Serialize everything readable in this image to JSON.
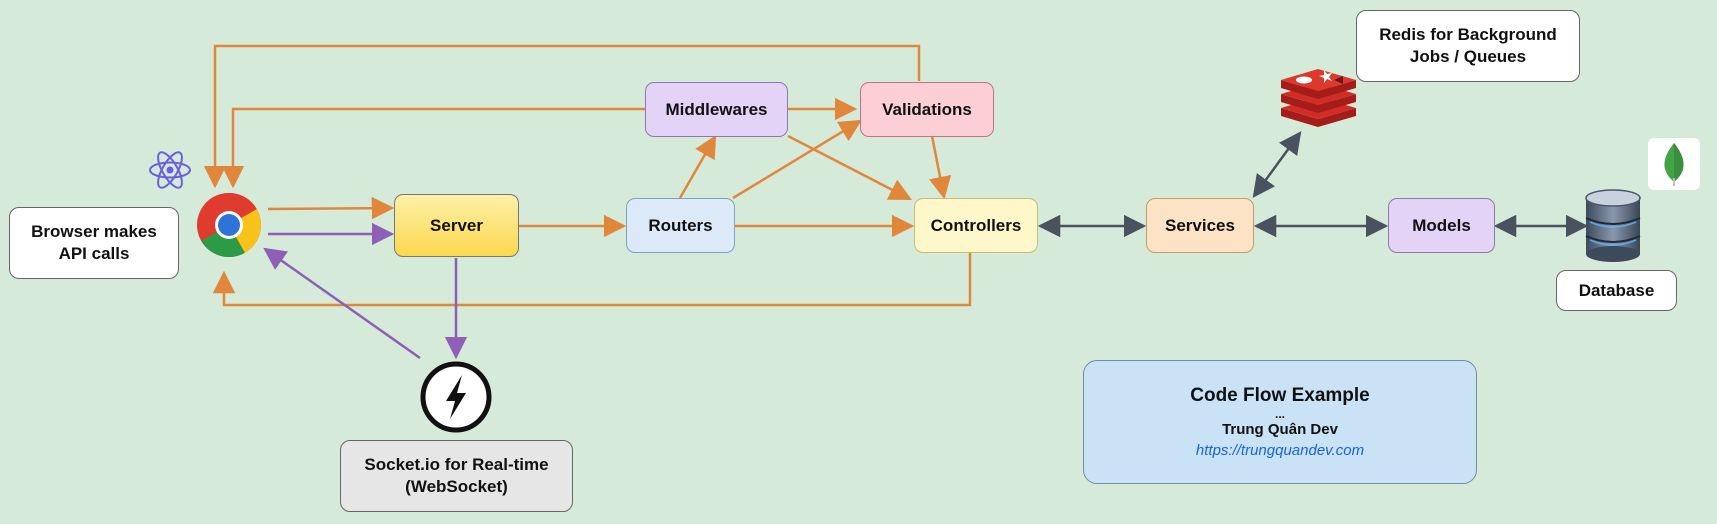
{
  "nodes": {
    "browser": "Browser makes\nAPI calls",
    "server": "Server",
    "routers": "Routers",
    "middlewares": "Middlewares",
    "validations": "Validations",
    "controllers": "Controllers",
    "services": "Services",
    "models": "Models",
    "database": "Database",
    "redis": "Redis for Background\nJobs / Queues",
    "socket": "Socket.io for Real-time\n(WebSocket)"
  },
  "info": {
    "title": "Code Flow Example",
    "dots": "...",
    "author": "Trung Quân Dev",
    "link": "https://trungquandev.com"
  },
  "colors": {
    "background": "#d5ead8",
    "flow_arrow": "#e0873c",
    "socket_arrow": "#8f5fb8",
    "bidirectional_arrow": "#4a5260",
    "server": "#fde47a",
    "routers": "#dbe9f9",
    "middlewares": "#e2d3f7",
    "validations": "#fccfd6",
    "controllers": "#fdf7c9",
    "services": "#fce3c6",
    "models": "#e2d3f7"
  },
  "icons": [
    "react-icon",
    "chrome-icon",
    "socketio-icon",
    "redis-icon",
    "mongodb-icon",
    "database-icon"
  ]
}
